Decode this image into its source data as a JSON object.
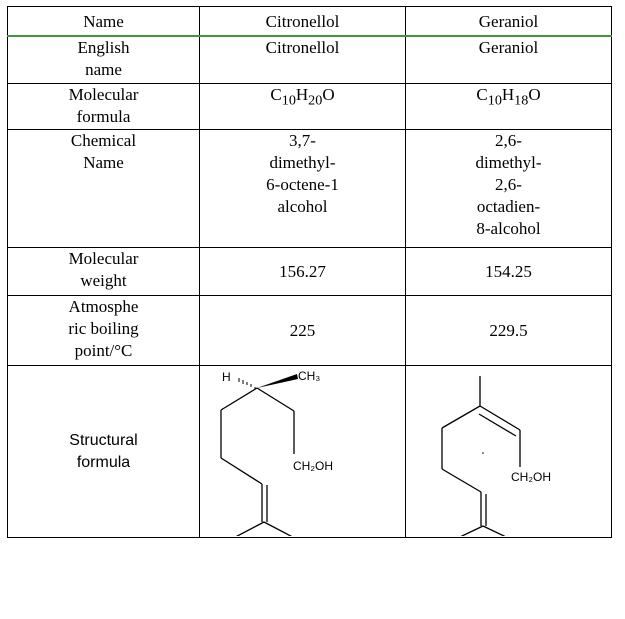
{
  "table": {
    "header": [
      "Name",
      "Citronellol",
      "Geraniol"
    ],
    "english_name": {
      "label": [
        "English",
        "name"
      ],
      "citronellol": "Citronellol",
      "geraniol": "Geraniol"
    },
    "formula": {
      "label": [
        "Molecular",
        "formula"
      ],
      "citronellol": {
        "c": "C",
        "c_n": "10",
        "h": "H",
        "h_n": "20",
        "o": "O"
      },
      "geraniol": {
        "c": "C",
        "c_n": "10",
        "h": "H",
        "h_n": "18",
        "o": "O"
      }
    },
    "chemical_name": {
      "label": [
        "Chemical",
        "Name"
      ],
      "citronellol": [
        "3,7-",
        "dimethyl-",
        "6-octene-1",
        "alcohol"
      ],
      "geraniol": [
        "2,6-",
        "dimethyl-",
        "2,6-",
        "octadien-",
        "8-alcohol"
      ]
    },
    "molecular_weight": {
      "label": [
        "Molecular",
        "weight"
      ],
      "citronellol": "156.27",
      "geraniol": "154.25"
    },
    "boiling_point": {
      "label": [
        "Atmosphe",
        "ric boiling",
        "point/°C"
      ],
      "citronellol": "225",
      "geraniol": "229.5"
    },
    "structural_formula": {
      "label": [
        "Structural",
        "formula"
      ],
      "citronellol": {
        "h_label": "H",
        "ch3_label": "CH₃",
        "ch2oh_label": "CH₂OH"
      },
      "geraniol": {
        "ch2oh_label": "CH₂OH"
      }
    }
  }
}
